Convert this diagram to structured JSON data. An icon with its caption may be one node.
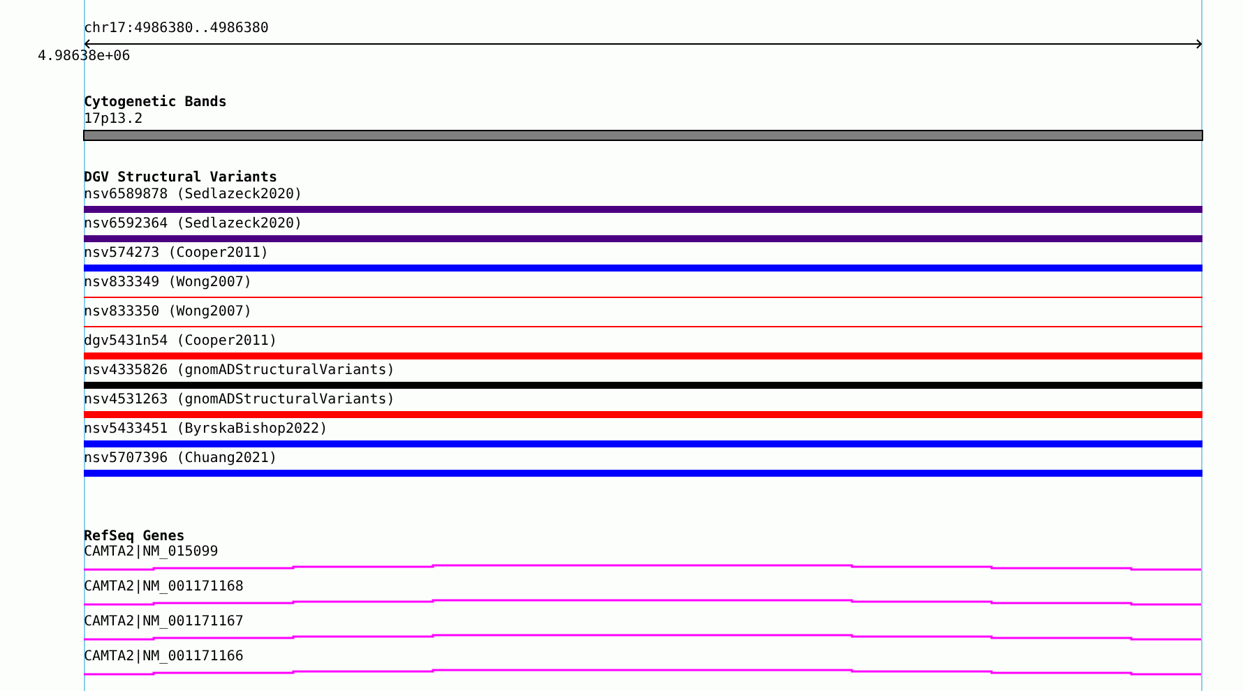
{
  "diagram": {
    "labels": [
      "chr17:4986380..4986380",
      "4.98638e+06",
      "Cytogenetic Bands",
      "17p13.2",
      "DGV Structural Variants",
      "nsv6589878 (Sedlazeck2020)",
      "nsv6592364 (Sedlazeck2020)",
      "nsv574273 (Cooper2011)",
      "nsv833349 (Wong2007)",
      "nsv833350 (Wong2007)",
      "dgv5431n54 (Cooper2011)",
      "nsv4335826 (gnomADStructuralVariants)",
      "nsv4531263 (gnomADStructuralVariants)",
      "nsv5433451 (ByrskaBishop2022)",
      "nsv5707396 (Chuang2021)",
      "RefSeq Genes",
      "CAMTA2|NM_015099",
      "CAMTA2|NM_001171168",
      "CAMTA2|NM_001171167",
      "CAMTA2|NM_001171166"
    ]
  }
}
